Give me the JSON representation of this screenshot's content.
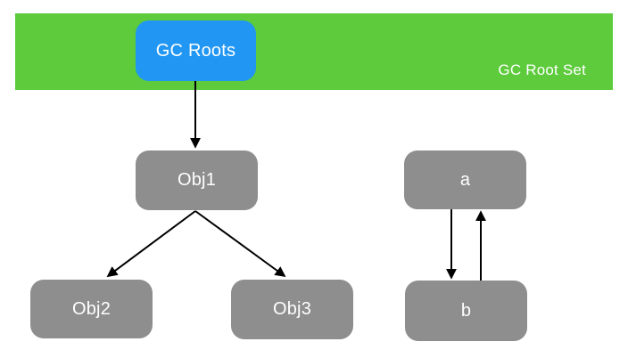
{
  "diagram": {
    "banner": {
      "label": "GC Root Set",
      "color": "#5dcb3c",
      "text_color": "#ffffff"
    },
    "nodes": [
      {
        "id": "gc_roots",
        "label": "GC Roots",
        "color": "#2196f3",
        "text_color": "#ffffff"
      },
      {
        "id": "obj1",
        "label": "Obj1",
        "color": "#8e8e8e",
        "text_color": "#ffffff"
      },
      {
        "id": "obj2",
        "label": "Obj2",
        "color": "#8e8e8e",
        "text_color": "#ffffff"
      },
      {
        "id": "obj3",
        "label": "Obj3",
        "color": "#8e8e8e",
        "text_color": "#ffffff"
      },
      {
        "id": "a",
        "label": "a",
        "color": "#8e8e8e",
        "text_color": "#ffffff"
      },
      {
        "id": "b",
        "label": "b",
        "color": "#8e8e8e",
        "text_color": "#ffffff"
      }
    ],
    "edges": [
      {
        "from": "gc_roots",
        "to": "obj1"
      },
      {
        "from": "obj1",
        "to": "obj2"
      },
      {
        "from": "obj1",
        "to": "obj3"
      },
      {
        "from": "a",
        "to": "b"
      },
      {
        "from": "b",
        "to": "a"
      }
    ],
    "edge_color": "#000000",
    "background_color": "#ffffff"
  }
}
